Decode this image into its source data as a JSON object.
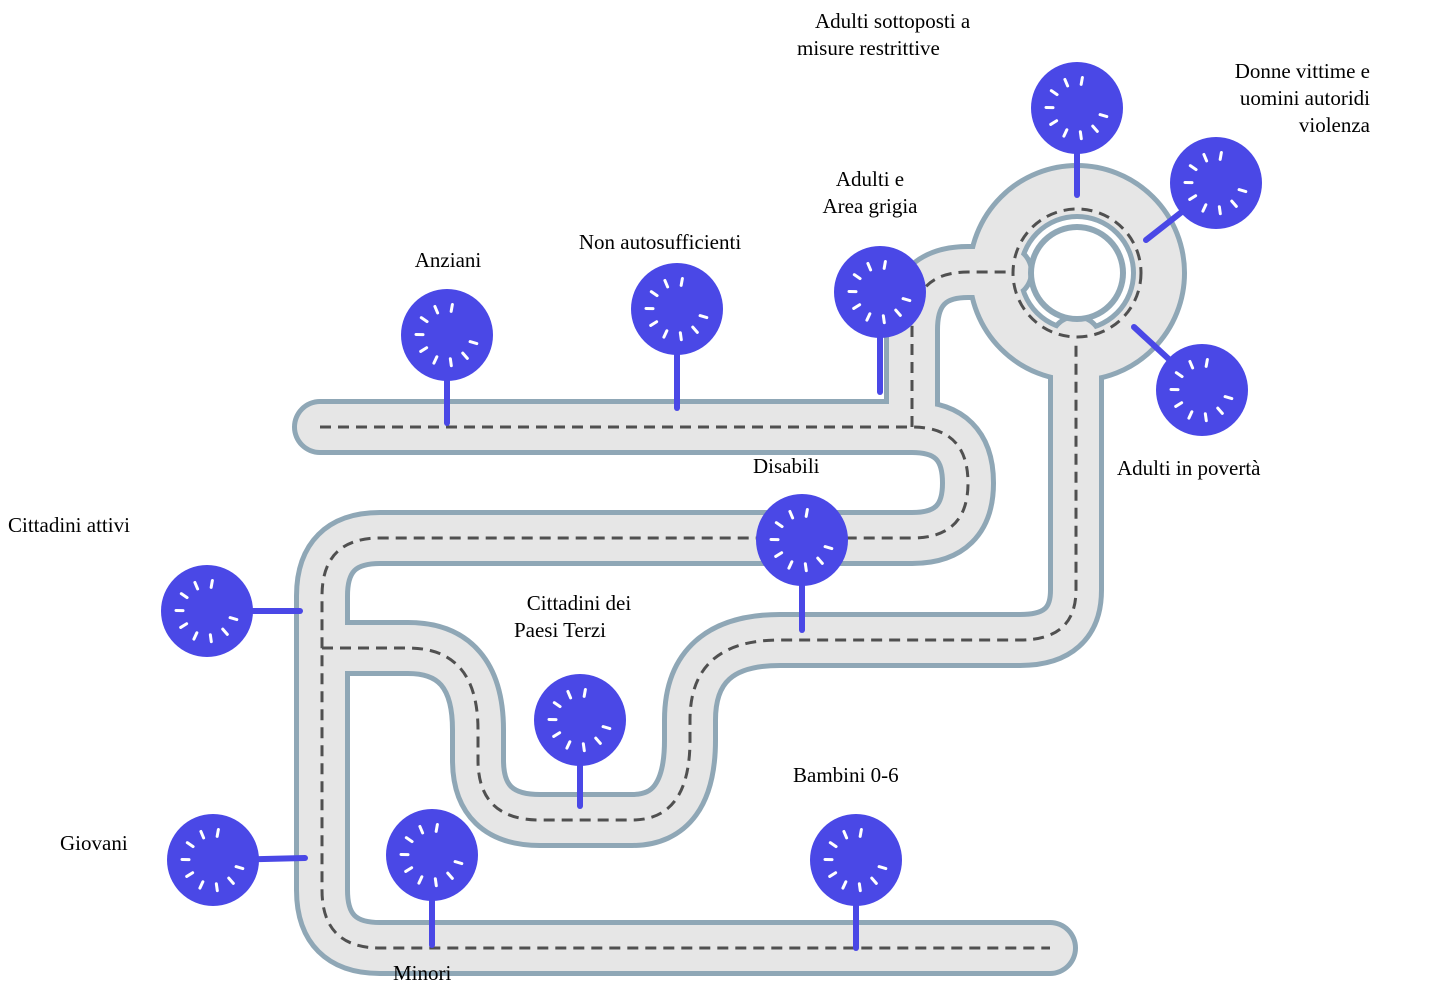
{
  "colors": {
    "road_border": "#8fa7b6",
    "road_surface": "#e6e6e6",
    "road_dash": "#505050",
    "pin": "#4a48e6",
    "pin_tick": "#ffffff"
  },
  "pin_icon": "loading-spinner-icon",
  "nodes": [
    {
      "id": "anziani",
      "lines": [
        "Anziani"
      ]
    },
    {
      "id": "non-autosufficienti",
      "lines": [
        "Non autosufficienti"
      ]
    },
    {
      "id": "adulti-area-grigia",
      "lines": [
        "Adulti e",
        "Area grigia"
      ]
    },
    {
      "id": "adulti-misure-restrittive",
      "lines": [
        "Adulti  sottoposti a",
        "misure restrittive"
      ]
    },
    {
      "id": "donne-vittime",
      "lines": [
        "Donne vittime e",
        "uomini autoridi",
        "violenza"
      ]
    },
    {
      "id": "adulti-poverta",
      "lines": [
        "Adulti in povertà"
      ]
    },
    {
      "id": "disabili",
      "lines": [
        "Disabili"
      ]
    },
    {
      "id": "cittadini-attivi",
      "lines": [
        "Cittadini attivi"
      ]
    },
    {
      "id": "cittadini-paesi-terzi",
      "lines": [
        "Cittadini dei",
        "Paesi Terzi"
      ]
    },
    {
      "id": "giovani",
      "lines": [
        "Giovani"
      ]
    },
    {
      "id": "minori",
      "lines": [
        "Minori"
      ]
    },
    {
      "id": "bambini-0-6",
      "lines": [
        "Bambini 0-6"
      ]
    }
  ]
}
